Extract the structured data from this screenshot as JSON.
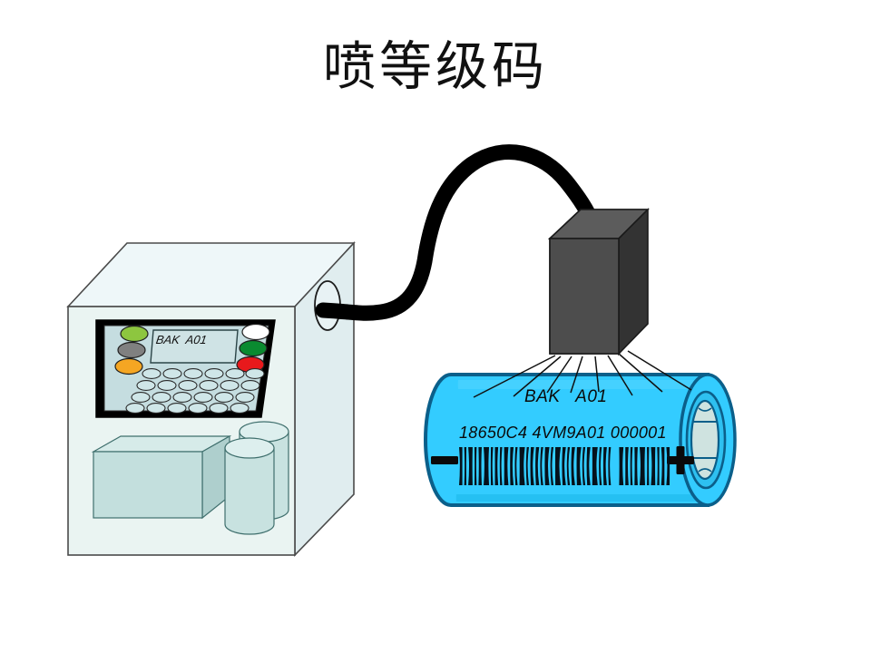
{
  "page": {
    "title": "喷等级码",
    "background_color": "#ffffff"
  },
  "printer": {
    "name": "inkjet-coder-machine",
    "body_color": "#eaf4f2",
    "top_face_color": "#eef7f9",
    "side_face_color": "#dfecef",
    "outline_color": "#4a4a4a",
    "panel": {
      "bezel_color": "#000000",
      "face_color": "#c5dde0",
      "display": {
        "value": "BAK  A01",
        "screen_color": "#cfe3e5"
      },
      "left_buttons": [
        {
          "name": "button-green",
          "color": "#8dc63f"
        },
        {
          "name": "button-gray",
          "color": "#808080"
        },
        {
          "name": "button-orange",
          "color": "#f5a623"
        }
      ],
      "right_buttons": [
        {
          "name": "button-white",
          "color": "#ffffff"
        },
        {
          "name": "button-darkgreen",
          "color": "#0a8a30"
        },
        {
          "name": "button-red",
          "color": "#e8191c"
        }
      ],
      "keypad_rows": 4,
      "keypad_cols": 7,
      "key_fill": "#cfe6e8",
      "key_stroke": "#2a2a2a"
    },
    "drawer": {
      "name": "front-drawer",
      "face_color": "#c3dfdd",
      "top_color": "#d6ebe9",
      "side_color": "#aecfcd"
    },
    "cylinders": [
      {
        "name": "ink-cylinder-rear",
        "body_color": "#c8e2e0",
        "top_color": "#ddefee"
      },
      {
        "name": "ink-cylinder-front",
        "body_color": "#c8e2e0",
        "top_color": "#ddefee"
      }
    ],
    "cable_port": {
      "name": "cable-port",
      "color": "#e3eef0"
    }
  },
  "cable": {
    "name": "print-head-cable",
    "color": "#000000",
    "thickness": 17
  },
  "print_head": {
    "name": "print-head",
    "front_color": "#4d4d4d",
    "side_color": "#333333",
    "top_color": "#5c5c5c",
    "outline_color": "#1a1a1a",
    "spray_line_color": "#111111",
    "spray_line_count": 8
  },
  "battery": {
    "name": "cylindrical-battery-18650",
    "body_color": "#33ccff",
    "outline_color": "#0b5f8a",
    "shade_color": "#21b9ef",
    "printed_code": "BAK   A01",
    "serial_label": "18650C4 4VM9A01 000001",
    "negative_marker": "−",
    "positive_marker": "+",
    "marker_color": "#0a0a0a",
    "barcode": {
      "name": "battery-barcode",
      "bar_color": "#05121c",
      "bars": [
        3,
        2,
        4,
        2,
        3,
        5,
        2,
        3,
        2,
        4,
        3,
        2,
        5,
        2,
        3,
        3,
        2,
        4,
        2,
        5,
        3,
        2,
        3,
        4,
        2,
        3,
        5,
        2,
        3,
        2,
        4,
        3,
        2,
        3,
        5,
        2,
        4,
        2,
        3,
        3
      ]
    },
    "terminal": {
      "name": "positive-terminal-cap",
      "ring_color": "#1f9fd4",
      "inner_color": "#cfe3e0",
      "outline_color": "#0b5f8a"
    }
  }
}
